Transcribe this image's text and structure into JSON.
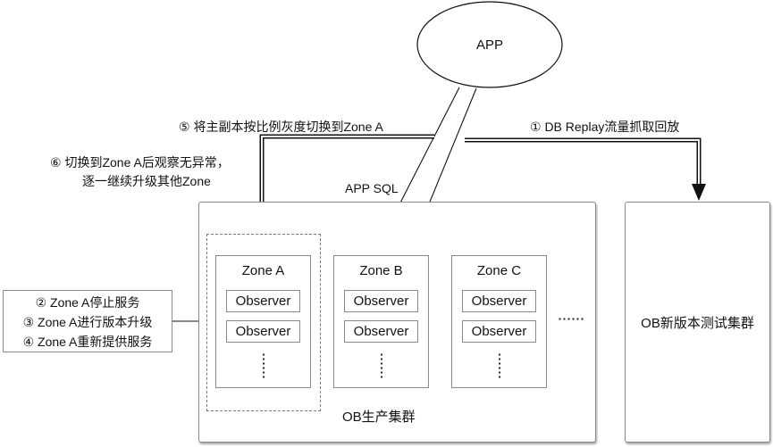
{
  "app": {
    "label": "APP"
  },
  "labels": {
    "app_sql": "APP SQL",
    "step1": "① DB Replay流量抓取回放",
    "step5": "⑤ 将主副本按比例灰度切换到Zone A",
    "step6_line1": "⑥ 切换到Zone A后观察无异常，",
    "step6_line2": "逐一继续升级其他Zone"
  },
  "steps_box": {
    "lines": [
      "② Zone A停止服务",
      "③ Zone A进行版本升级",
      "④ Zone A重新提供服务"
    ]
  },
  "production_cluster": {
    "label": "OB生产集群",
    "zones": [
      {
        "name": "Zone A",
        "observers": [
          "Observer",
          "Observer"
        ],
        "highlighted": true
      },
      {
        "name": "Zone B",
        "observers": [
          "Observer",
          "Observer"
        ],
        "highlighted": false
      },
      {
        "name": "Zone C",
        "observers": [
          "Observer",
          "Observer"
        ],
        "highlighted": false
      }
    ],
    "more_indicator": "……"
  },
  "test_cluster": {
    "label": "OB新版本测试集群"
  }
}
